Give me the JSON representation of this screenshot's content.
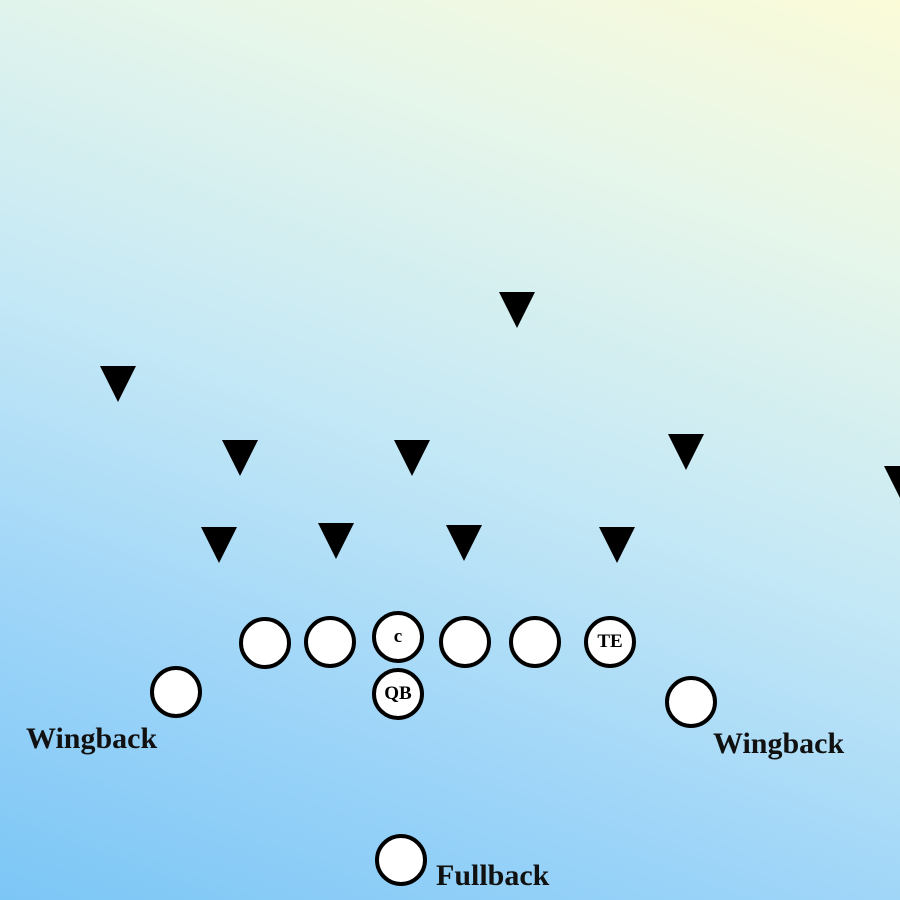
{
  "players": {
    "center": "c",
    "quarterback": "QB",
    "tight_end": "TE"
  },
  "labels": {
    "left_wingback": "Wingback",
    "right_wingback": "Wingback",
    "fullback": "Fullback"
  },
  "colors": {
    "player_fill": "#ffffff",
    "outline": "#000000",
    "defender": "#000000"
  }
}
